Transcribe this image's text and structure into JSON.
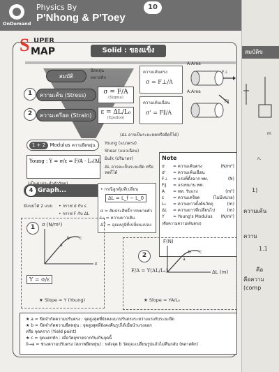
{
  "header": {
    "logo_text": "OnDemand",
    "title_line1": "Physics By",
    "title_line2": "P'Nhong & P'Toey",
    "page_number": "10"
  },
  "map": {
    "super": "S",
    "super_rest": "UPER",
    "map_word": "MAP",
    "section": "Solid : ของแข็ง",
    "property_pill": "สมบัติ",
    "property_types": [
      "ยืดหยุ่น",
      "พลาสติก"
    ],
    "stress_pill": "ความเค้น (Stress)",
    "strain_pill": "ความเครียด (Strain)",
    "stress_num": "1",
    "strain_num": "2",
    "stress_formula": "σ = F/A",
    "stress_sub": "(Sigma)",
    "strain_formula": "ε = ΔL/L₀",
    "strain_sub": "(Epsilon)",
    "normal_stress_label": "ความเค้นตรง",
    "normal_stress_formula": "σ = F⊥/A",
    "shear_stress_label": "ความเค้นเฉือน",
    "shear_stress_formula": "σ' = F∥/A",
    "area_label_1": "A:Area",
    "force_1": "F⊥",
    "area_label_2": "A:Area",
    "force_2": "F∥",
    "delta_l_note": "(ΔL อาจเป็นระยะหดหรือยืดก็ได้)",
    "modulus_num": "1 + 2",
    "modulus_label": "Modulus",
    "modulus_suffix": "ความยืดหยุ่น",
    "modulus_types": [
      "Young (แนวตรง)",
      "Shear (แนวเฉือน)",
      "Bulk (ปริมาตร)"
    ],
    "young_formula": "Young : Y = σ/ε = F/A · L₀/ΔL",
    "young_note": "(เป็นค่าประจำตัววัสดุ)",
    "delta_l_side": "ΔL อาจจะเป็นระยะยืด หรือหดก็ได้",
    "graph_tab": "Graph...",
    "graph_types_intro": "มีแบบได้ 2 แบบ",
    "graph_types": [
      "• กราฟ σ กับ ε",
      "• กราฟ F กับ ΔL"
    ],
    "shear_case_title": "• กรณีลูกตุ้มที่เปลี่ยน",
    "shear_case_formula": "ΔL = L_f − L_0",
    "shear_case_lines": [
      "α = สัมประสิทธิ์การขยายตัว",
      "L₀ = ความยาวเดิม",
      "ΔT = อุณหภูมิที่เปลี่ยนแปลง"
    ],
    "graph1_num": "1",
    "graph1_ylabel": "σ (N/m²)",
    "graph1_xlabel": "ε",
    "graph1_formula": "Y = σ/ε",
    "graph1_slope": "★ Slope = Y (Young)",
    "graph2_num": "2",
    "graph2_ylabel": "F(N)",
    "graph2_xlabel": "ΔL (m)",
    "graph2_formula": "F/A = Y(ΔL/L₀)",
    "graph2_slope": "★ Slope = YA/L₀",
    "point_labels": [
      "a",
      "b",
      "c"
    ]
  },
  "note": {
    "title": "Note",
    "rows": [
      {
        "sym": "σ",
        "desc": "= ความเค้นตรง",
        "unit": "(N/m²)"
      },
      {
        "sym": "σ'",
        "desc": "= ความเค้นเฉือน",
        "unit": ""
      },
      {
        "sym": "F⊥",
        "desc": "= แรงที่ตั้งฉาก พท.",
        "unit": "(N)"
      },
      {
        "sym": "F∥",
        "desc": "= แรงขนาน พท.",
        "unit": ""
      },
      {
        "sym": "A",
        "desc": "= พท. รับแรง",
        "unit": "(m²)"
      },
      {
        "sym": "ε",
        "desc": "= ความเครียด",
        "unit": "(ไม่มีหน่วย)"
      },
      {
        "sym": "L₀",
        "desc": "= ความยาวตั้งต้นวัตถุ",
        "unit": "(m)"
      },
      {
        "sym": "ΔL",
        "desc": "= ความยาวที่เปลี่ยนไป",
        "unit": "(m)"
      },
      {
        "sym": "Y",
        "desc": "= Young's Modulus",
        "unit": "(N/m²)"
      }
    ],
    "footer": "(คือความความเค้นตรง)"
  },
  "bottom": {
    "lines": [
      "★  a = ขีดจำกัดความปรับตรง  : จุดสูงสุดที่ยังคงแนวปรับตรงระหว่างแรงกับระยะยืด",
      "★  b = ขีดจำกัดความยืดหยุ่น  : จุดสูงสุดที่ยังคงคืนรูปได้เมื่อนำแรงออก",
      "      หรือ จุดคราก (Yield point)",
      "★  c = จุดแตกหัก                  : เมื่อวัตถุขาดจากกันเกินจุดนี้",
      "0→a = ช่วงความปรับตรง (สภาพยืดหยุ่น)  : หลังจุด b วัตถุจะเปลี่ยนรูปแล้วไม่คืนกลับ (พลาสติก)"
    ]
  },
  "right_page": {
    "tab": "สมบัติข",
    "lines": [
      "ความเค้น",
      "1)",
      "ความ",
      "1.1",
      "คือ",
      "คือความ",
      "(comp"
    ],
    "labels": [
      "m",
      "ก."
    ]
  }
}
